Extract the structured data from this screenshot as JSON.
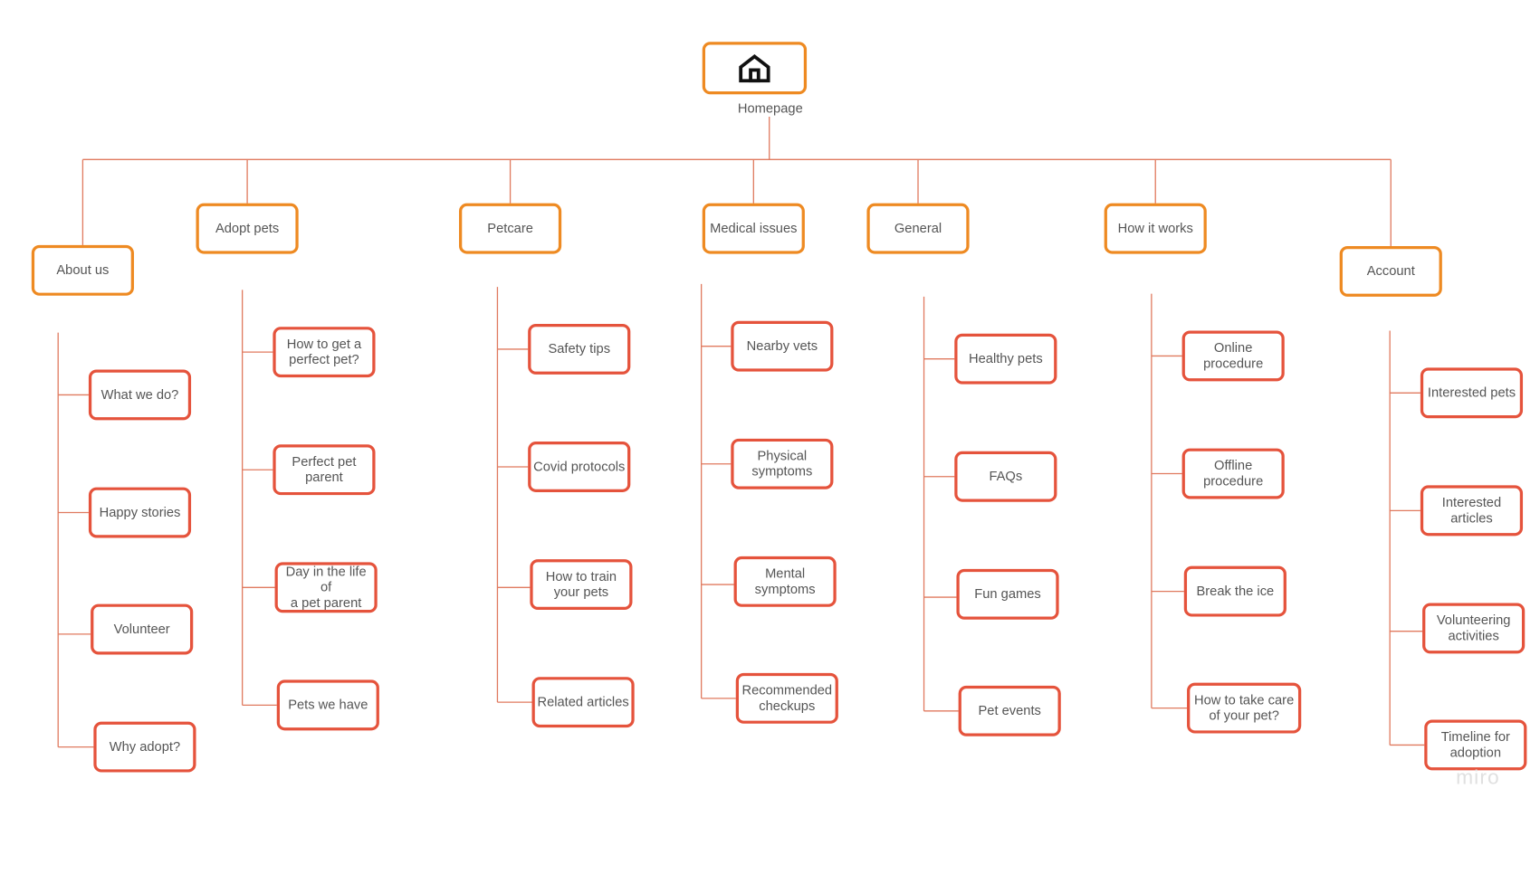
{
  "root": {
    "label": "Homepage",
    "icon": "house-icon"
  },
  "columns": [
    {
      "label": "About us",
      "children": [
        "What we do?",
        "Happy stories",
        "Volunteer",
        "Why adopt?"
      ]
    },
    {
      "label": "Adopt pets",
      "children": [
        "How to get a\nperfect pet?",
        "Perfect pet\nparent",
        "Day in the life of\na  pet parent",
        "Pets we have"
      ]
    },
    {
      "label": "Petcare",
      "children": [
        "Safety tips",
        "Covid protocols",
        "How to train\nyour pets",
        "Related articles"
      ]
    },
    {
      "label": "Medical issues",
      "children": [
        "Nearby vets",
        "Physical\nsymptoms",
        "Mental\nsymptoms",
        "Recommended\ncheckups"
      ]
    },
    {
      "label": "General",
      "children": [
        "Healthy pets",
        "FAQs",
        "Fun games",
        "Pet events"
      ]
    },
    {
      "label": "How it works",
      "children": [
        "Online\nprocedure",
        "Offline\nprocedure",
        "Break the ice",
        "How to take care\nof your pet?"
      ]
    },
    {
      "label": "Account",
      "children": [
        "Interested pets",
        "Interested\narticles",
        "Volunteering\nactivities",
        "Timeline for\nadoption"
      ]
    }
  ],
  "watermark": "miro",
  "colors": {
    "section_border": "#ee8a22",
    "leaf_border": "#e5533c",
    "connector": "#e07a5f",
    "text": "#555555"
  }
}
